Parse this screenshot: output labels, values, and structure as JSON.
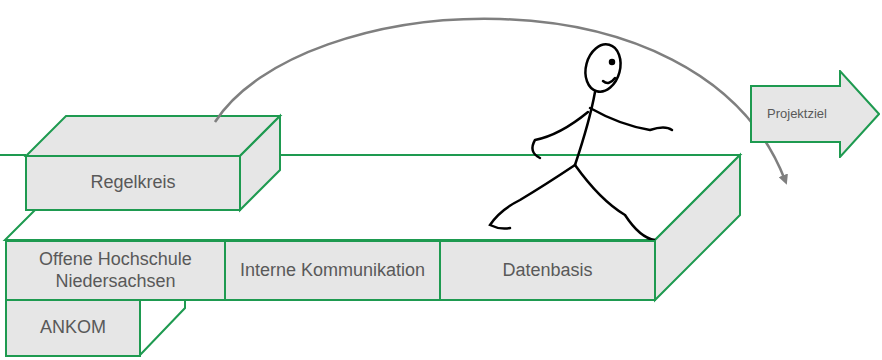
{
  "diagram": {
    "nodes": [
      {
        "text": [
          "Regelkreis"
        ]
      },
      {
        "text": [
          "Projektziel"
        ]
      },
      {
        "text": [
          "Offene Hochschule Niedersachsen"
        ]
      },
      {
        "text": [
          "Interne Kommunikation"
        ]
      },
      {
        "text": [
          "Datenbasis"
        ]
      },
      {
        "text": [
          "ANKOM"
        ]
      }
    ]
  }
}
